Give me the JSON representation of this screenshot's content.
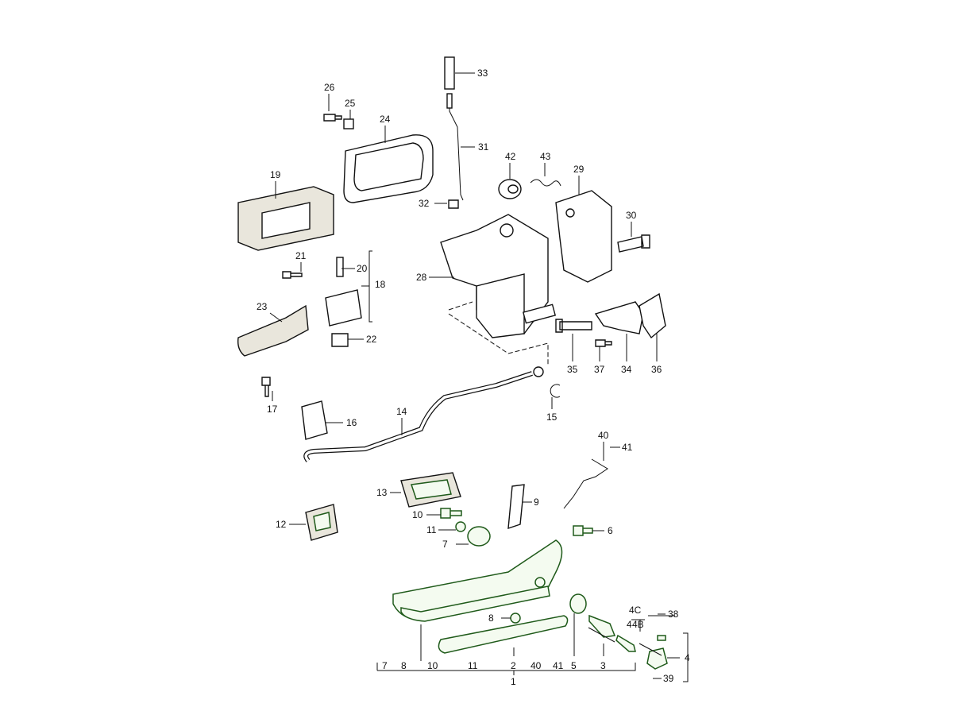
{
  "diagram": {
    "title": "Door handle and lock assembly exploded parts diagram",
    "callouts": [
      "33",
      "26",
      "25",
      "24",
      "31",
      "42",
      "43",
      "29",
      "19",
      "32",
      "30",
      "21",
      "20",
      "18",
      "28",
      "23",
      "22",
      "35",
      "37",
      "34",
      "36",
      "17",
      "16",
      "14",
      "15",
      "40",
      "41",
      "13",
      "9",
      "10",
      "12",
      "11",
      "6",
      "7",
      "8",
      "4C",
      "4",
      "4B",
      "38",
      "4",
      "39"
    ],
    "bottom_group": {
      "items": [
        "7",
        "8",
        "10",
        "11",
        "2",
        "40",
        "41",
        "5",
        "3"
      ],
      "assembly": "1"
    },
    "colors": {
      "line": "#111111",
      "green_outline": "#1f5a1a",
      "fill_green": "#f4fbf0"
    }
  }
}
